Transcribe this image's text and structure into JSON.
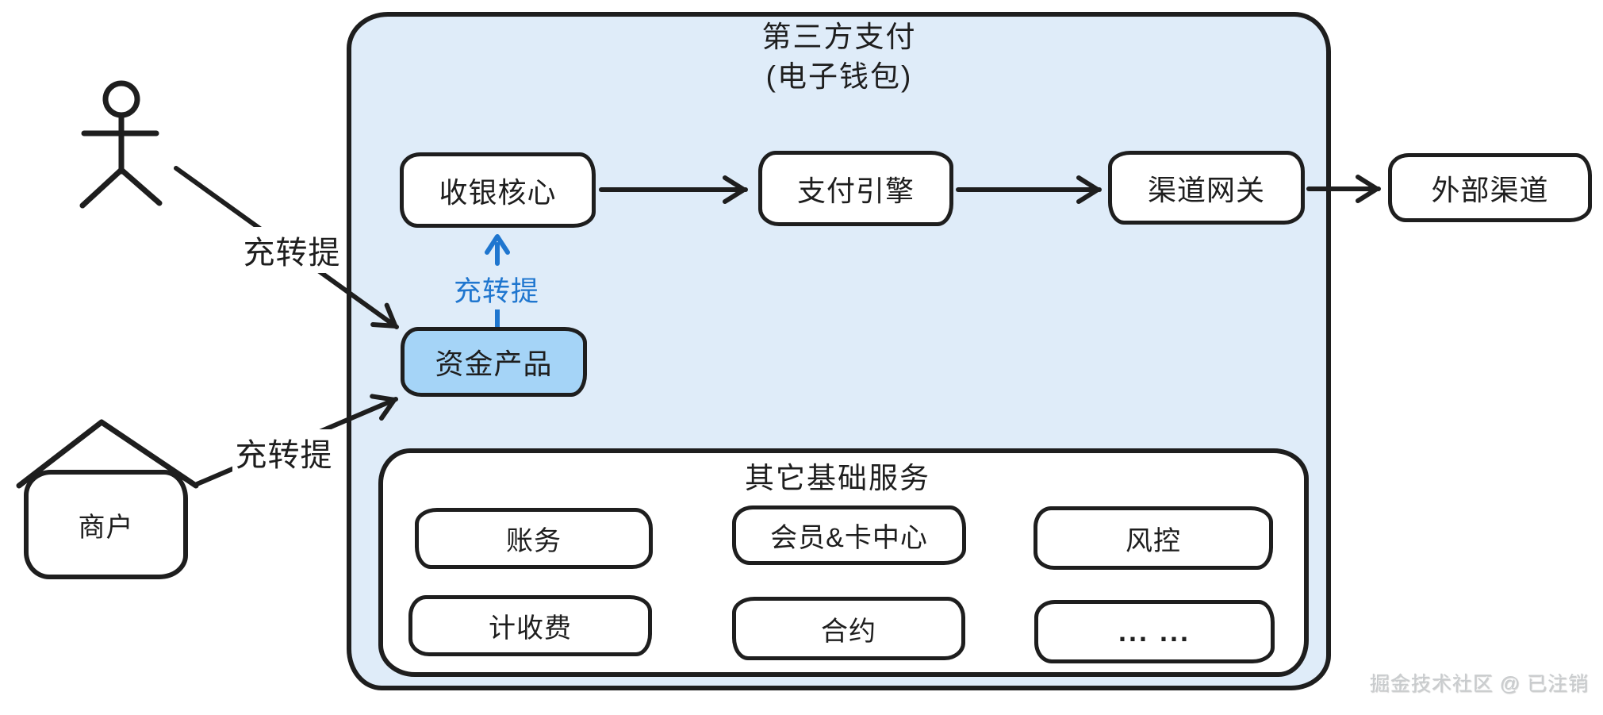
{
  "diagram": {
    "title_line1": "第三方支付",
    "title_line2": "(电子钱包)"
  },
  "actors": {
    "user": "person-stick-figure",
    "merchant_label": "商户"
  },
  "nodes": {
    "cashier_core": "收银核心",
    "payment_engine": "支付引擎",
    "channel_gateway": "渠道网关",
    "external_channel": "外部渠道",
    "funds_product": "资金产品"
  },
  "edges": {
    "user_to_funds_label": "充转提",
    "merchant_to_funds_label": "充转提",
    "funds_to_cashier_label": "充转提"
  },
  "services": {
    "title": "其它基础服务",
    "items": [
      "账务",
      "会员&卡中心",
      "风控",
      "计收费",
      "合约",
      "... ..."
    ]
  },
  "watermark": "掘金技术社区 @ 已注销",
  "colors": {
    "ink": "#1e1e1e",
    "accent_blue": "#1f76cf",
    "container_fill": "#dfecf9",
    "funds_fill": "#a5d4f7"
  }
}
